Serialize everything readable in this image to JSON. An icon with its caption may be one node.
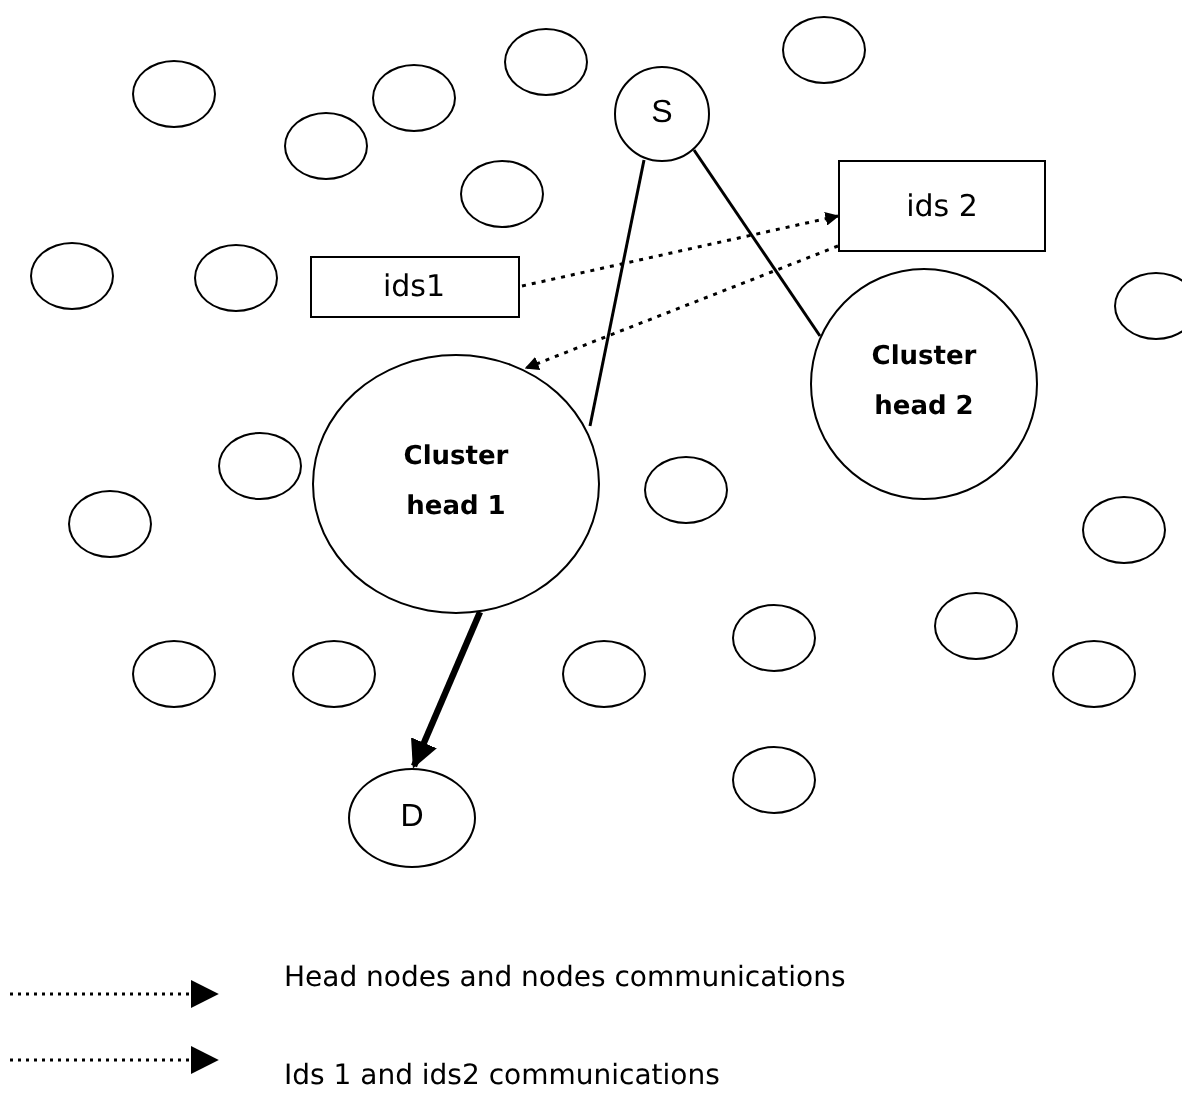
{
  "diagram": {
    "nodes": [
      {
        "text": [],
        "shape": "circle"
      },
      {
        "text": [],
        "shape": "circle"
      },
      {
        "text": [],
        "shape": "circle"
      },
      {
        "text": [],
        "shape": "circle"
      },
      {
        "text": [
          "S"
        ]
      },
      {
        "text": [],
        "shape": "circle"
      },
      {
        "text": [
          "ids 2"
        ]
      },
      {
        "text": [],
        "shape": "circle"
      },
      {
        "text": [
          "ids1"
        ]
      },
      {
        "text": [],
        "shape": "circle"
      },
      {
        "text": [],
        "shape": "circle"
      },
      {
        "text": [],
        "shape": "circle"
      },
      {
        "text": [
          "Cluster head 2"
        ]
      },
      {
        "text": [],
        "shape": "circle"
      },
      {
        "text": [],
        "shape": "circle"
      },
      {
        "text": [
          "Cluster head 1"
        ]
      },
      {
        "text": [],
        "shape": "circle"
      },
      {
        "text": [],
        "shape": "circle"
      },
      {
        "text": [],
        "shape": "circle"
      },
      {
        "text": [],
        "shape": "circle"
      },
      {
        "text": [],
        "shape": "circle"
      },
      {
        "text": [],
        "shape": "circle"
      },
      {
        "text": [],
        "shape": "circle"
      },
      {
        "text": [],
        "shape": "circle"
      },
      {
        "text": [],
        "shape": "circle"
      },
      {
        "text": [
          "D"
        ]
      }
    ],
    "edges": [
      {
        "from": 4,
        "to": 15,
        "arrow": "none"
      },
      {
        "from": 4,
        "to": 12,
        "arrow": "none"
      },
      {
        "from": 8,
        "to": 6,
        "arrow": "to",
        "style": "dashed"
      },
      {
        "from": 6,
        "to": 15,
        "arrow": "to",
        "style": "dashed"
      },
      {
        "from": 15,
        "to": 25,
        "arrow": "to",
        "style": "thick"
      }
    ],
    "legend": [
      {
        "text": "Head nodes and nodes communications"
      },
      {
        "text": "Ids 1 and ids2 communications"
      }
    ]
  }
}
